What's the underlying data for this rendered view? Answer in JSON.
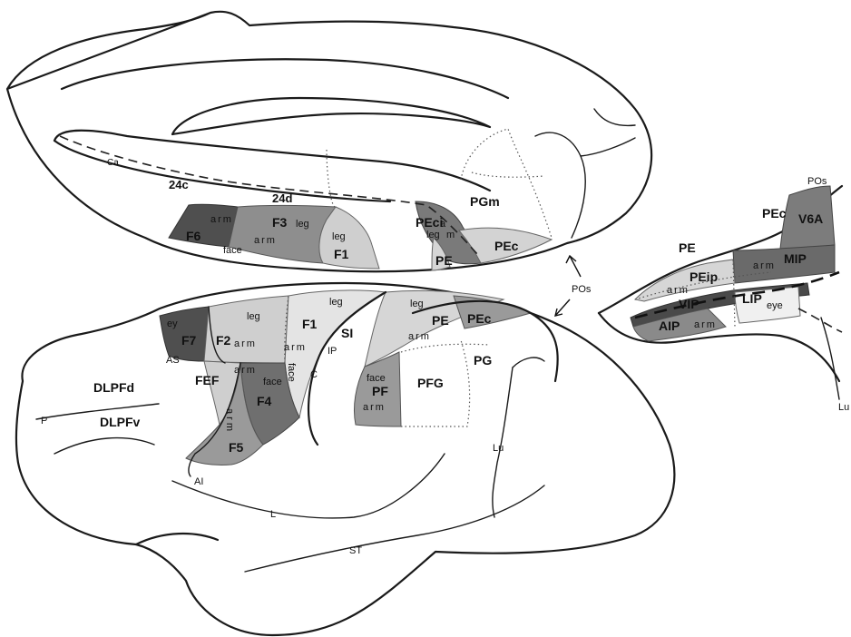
{
  "colors": {
    "dark": "#5c5c5c",
    "darker": "#3e3e3e",
    "mid": "#8a8a8a",
    "light": "#c9c9c9",
    "lighter": "#e0e0e0",
    "outline": "#1a1a1a"
  },
  "medial": {
    "sulci": {
      "ca": "Ca",
      "24c": "24c",
      "24d": "24d"
    },
    "areas": {
      "f6": "F6",
      "f3": "F3",
      "f1": "F1",
      "pecip": "PEci",
      "pgm": "PGm",
      "pe": "PE",
      "pec": "PEc"
    },
    "somato": {
      "f6_arm": "arm",
      "f3_leg": "leg",
      "f3_arm": "arm",
      "f3_face": "face",
      "f1_leg": "leg",
      "pecip_arm": "a",
      "pecip_leg": "leg",
      "pecip_m": "m"
    }
  },
  "lateral": {
    "areas": {
      "f7": "F7",
      "f2": "F2",
      "f1": "F1",
      "si": "SI",
      "pe": "PE",
      "pec": "PEc",
      "fef": "FEF",
      "f4": "F4",
      "f5": "F5",
      "pf": "PF",
      "pfg": "PFG",
      "pg": "PG",
      "dlpfd": "DLPFd",
      "dlpfv": "DLPFv"
    },
    "somato": {
      "f7_eye": "ey",
      "f2_leg": "leg",
      "f2_arm": "arm",
      "f1_leg": "leg",
      "f1_arm": "arm",
      "pe_leg": "leg",
      "pe_arm": "arm",
      "f4_arm_top": "arm",
      "f4_face": "face",
      "f4_arm_v": "a r m",
      "f1_face": "face",
      "pf_face": "face",
      "pf_arm": "arm"
    },
    "sulci": {
      "as": "AS",
      "ai": "AI",
      "p": "P",
      "c": "C",
      "ip": "IP",
      "l": "L",
      "st": "ST",
      "lu": "Lu"
    }
  },
  "intraparietal": {
    "areas": {
      "pos": "POs",
      "pec": "PEc",
      "v6a": "V6A",
      "pe": "PE",
      "mip": "MIP",
      "peip": "PEip",
      "vip": "VIP",
      "lip": "LIP",
      "aip": "AIP",
      "lu": "Lu"
    },
    "somato": {
      "peip_arm": "arm",
      "mip_arm": "arm",
      "aip_arm": "arm",
      "lip_eye": "eye"
    }
  },
  "arrows": {
    "pos_label": "POs"
  }
}
